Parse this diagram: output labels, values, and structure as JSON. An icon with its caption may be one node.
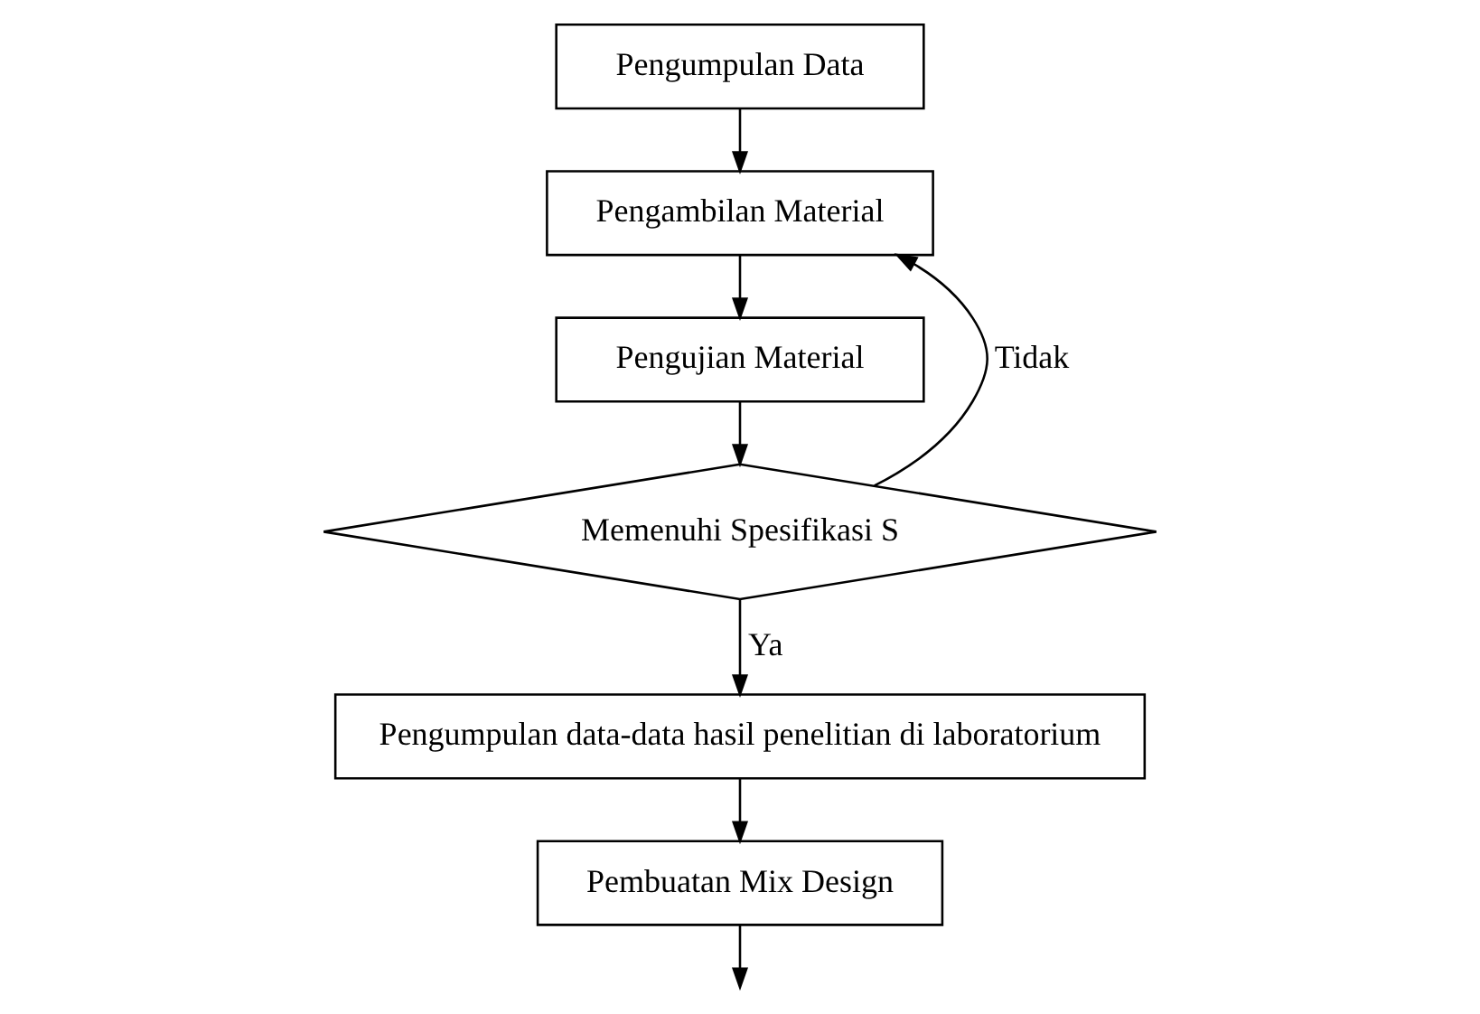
{
  "diagram": {
    "nodes": [
      {
        "text": [
          "Pengumpulan Data"
        ]
      },
      {
        "text": [
          "Pengambilan Material"
        ]
      },
      {
        "text": [
          "Pengujian Material"
        ]
      },
      {
        "text": [
          "Memenuhi Spesifikasi S"
        ]
      },
      {
        "text": [
          "Pengumpulan data-data hasil penelitian di laboratorium"
        ]
      },
      {
        "text": [
          "Pembuatan Mix Design"
        ]
      }
    ],
    "edges": [
      {
        "from": 0,
        "to": 1,
        "arrow": "to"
      },
      {
        "from": 1,
        "to": 2,
        "arrow": "to"
      },
      {
        "from": 2,
        "to": 3,
        "arrow": "to"
      },
      {
        "from": 3,
        "to": 1,
        "arrow": "to",
        "label": "Tidak"
      },
      {
        "from": 3,
        "to": 4,
        "arrow": "to",
        "label": "Ya"
      },
      {
        "from": 4,
        "to": 5,
        "arrow": "to"
      },
      {
        "from": 5,
        "to": null,
        "arrow": "to"
      }
    ]
  }
}
